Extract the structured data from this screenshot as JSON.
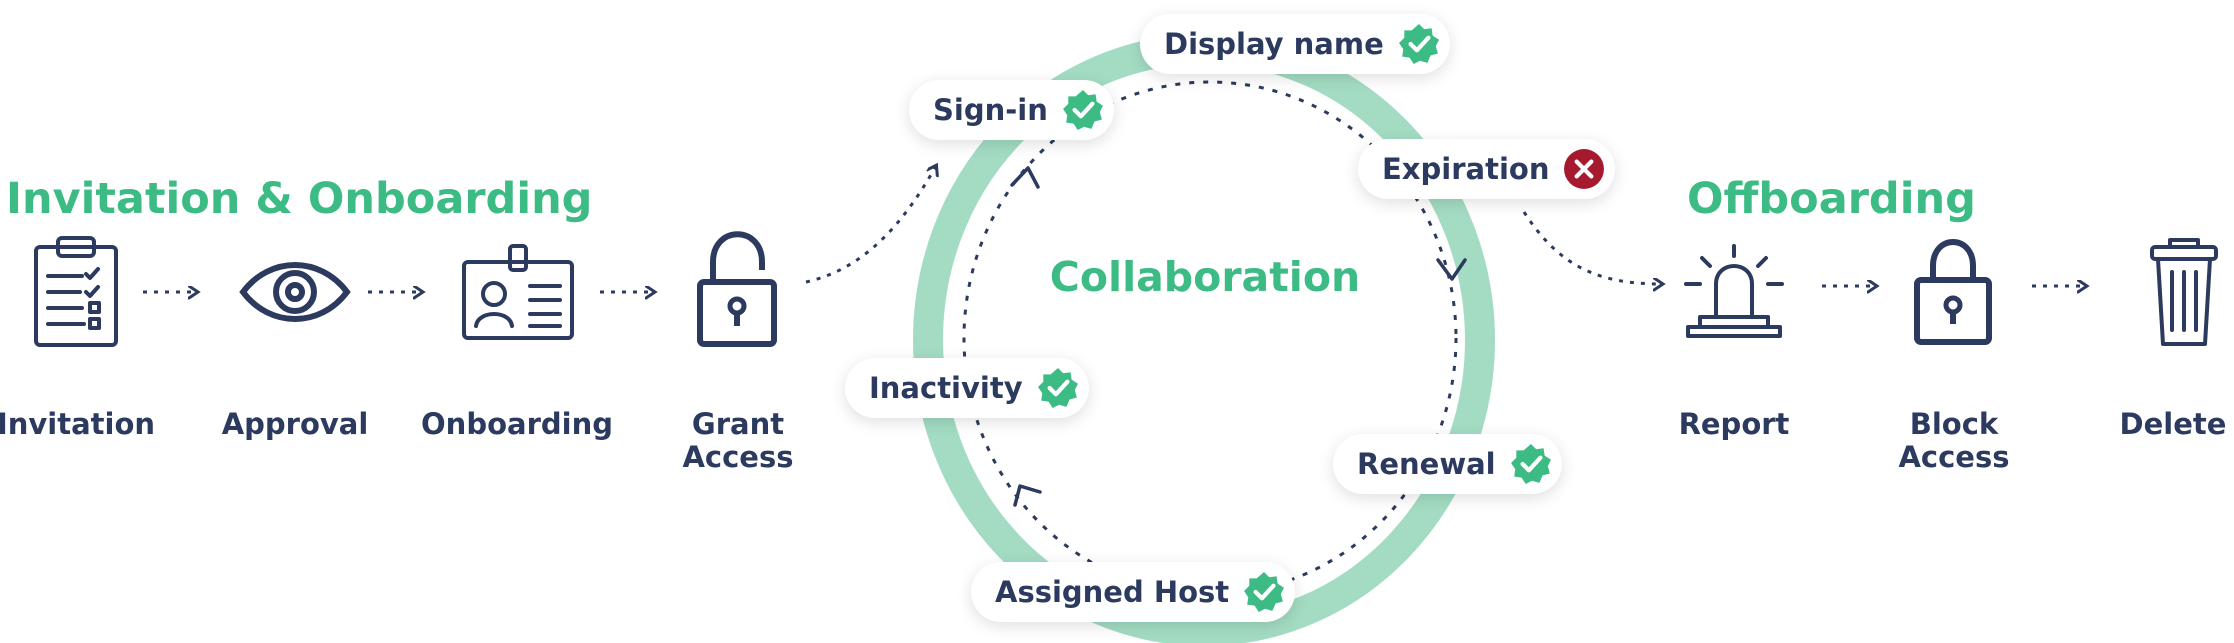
{
  "sections": {
    "invitation": "Invitation & Onboarding",
    "offboarding": "Offboarding",
    "collaboration": "Collaboration"
  },
  "steps": [
    {
      "label": "Invitation",
      "icon": "clipboard-checklist-icon"
    },
    {
      "label": "Approval",
      "icon": "eye-icon"
    },
    {
      "label": "Onboarding",
      "icon": "id-badge-icon"
    },
    {
      "label": "Grant\nAccess",
      "icon": "unlocked-padlock-icon"
    },
    {
      "label": "Report",
      "icon": "alarm-siren-icon"
    },
    {
      "label": "Block\nAccess",
      "icon": "locked-padlock-icon"
    },
    {
      "label": "Delete",
      "icon": "trash-can-icon"
    }
  ],
  "cycle": [
    {
      "label": "Display name",
      "status": "ok"
    },
    {
      "label": "Sign-in",
      "status": "ok"
    },
    {
      "label": "Expiration",
      "status": "fail"
    },
    {
      "label": "Inactivity",
      "status": "ok"
    },
    {
      "label": "Renewal",
      "status": "ok"
    },
    {
      "label": "Assigned Host",
      "status": "ok"
    }
  ],
  "colors": {
    "navy": "#2b3a5e",
    "green": "#3dbb85",
    "ring": "#a3dcc3",
    "error": "#a6192e"
  }
}
